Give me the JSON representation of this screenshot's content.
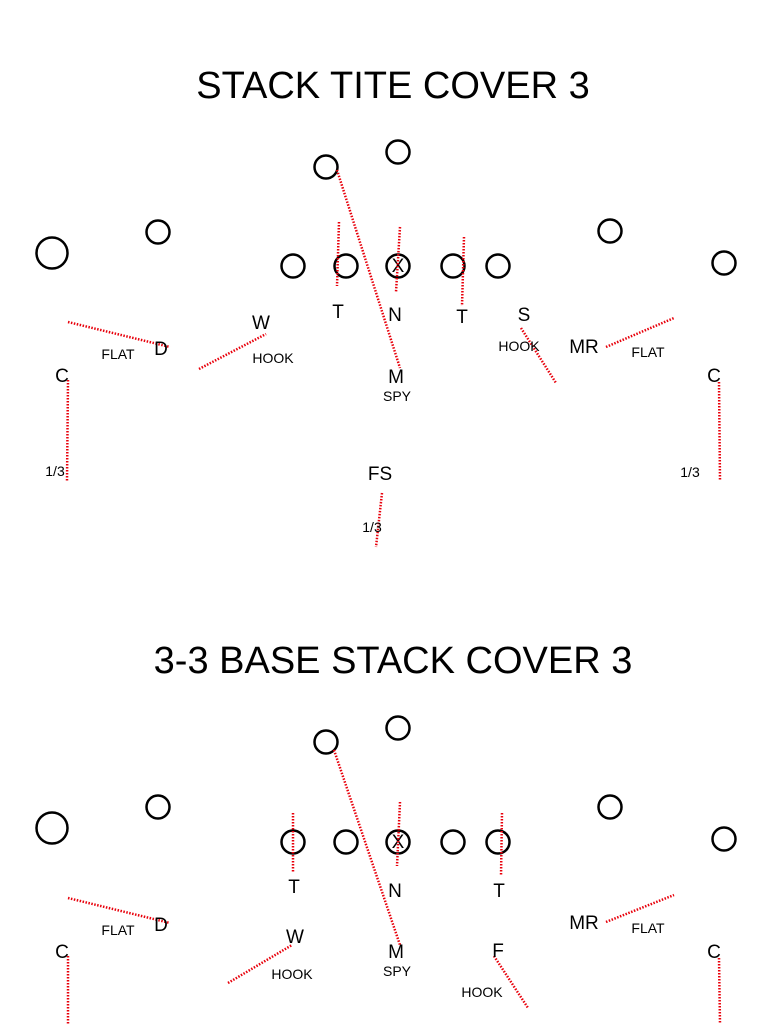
{
  "colors": {
    "ink": "#000000",
    "route": "#e8000b",
    "background": "#ffffff"
  },
  "diagram1": {
    "title": "STACK  TITE  COVER 3",
    "center_label": "X",
    "labels": {
      "t_left": "T",
      "n": "N",
      "t_right": "T",
      "s": "S",
      "w": "W",
      "d": "D",
      "mr": "MR",
      "m": "M",
      "c_left": "C",
      "c_right": "C",
      "fs": "FS"
    },
    "zones": {
      "flat_left": "FLAT",
      "flat_right": "FLAT",
      "hook_left": "HOOK",
      "hook_right": "HOOK",
      "spy": "SPY",
      "third_left": "1/3",
      "third_right": "1/3",
      "third_middle": "1/3"
    }
  },
  "diagram2": {
    "title": "3-3 BASE STACK COVER 3",
    "center_label": "X",
    "labels": {
      "t_left": "T",
      "n": "N",
      "t_right": "T",
      "w": "W",
      "d": "D",
      "mr": "MR",
      "m": "M",
      "f": "F",
      "c_left": "C",
      "c_right": "C"
    },
    "zones": {
      "flat_left": "FLAT",
      "flat_right": "FLAT",
      "hook_left": "HOOK",
      "hook_right": "HOOK",
      "spy": "SPY"
    }
  }
}
